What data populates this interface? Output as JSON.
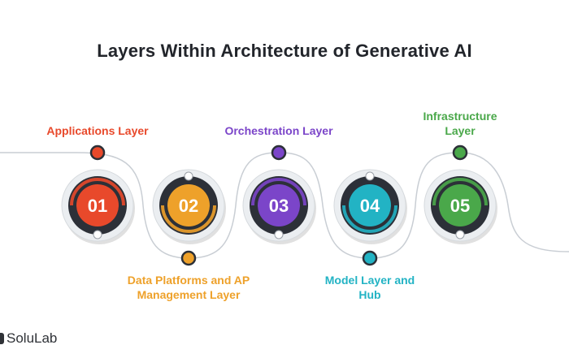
{
  "title": "Layers Within Architecture of Generative AI",
  "layers": [
    {
      "number": "01",
      "label_lines": [
        "Applications Layer"
      ],
      "color": "#e8492b"
    },
    {
      "number": "02",
      "label_lines": [
        "Data Platforms and AP",
        "Management Layer"
      ],
      "color": "#eea12a"
    },
    {
      "number": "03",
      "label_lines": [
        "Orchestration Layer"
      ],
      "color": "#7b45c9"
    },
    {
      "number": "04",
      "label_lines": [
        "Model Layer and",
        "Hub"
      ],
      "color": "#22b3c4"
    },
    {
      "number": "05",
      "label_lines": [
        "Infrastructure",
        "Layer"
      ],
      "color": "#4aa84a"
    }
  ],
  "logo": {
    "text": "SoluLab"
  },
  "colors": {
    "ring_dark": "#2c3038",
    "ring_light": "#ebeef1",
    "title": "#22252b"
  }
}
